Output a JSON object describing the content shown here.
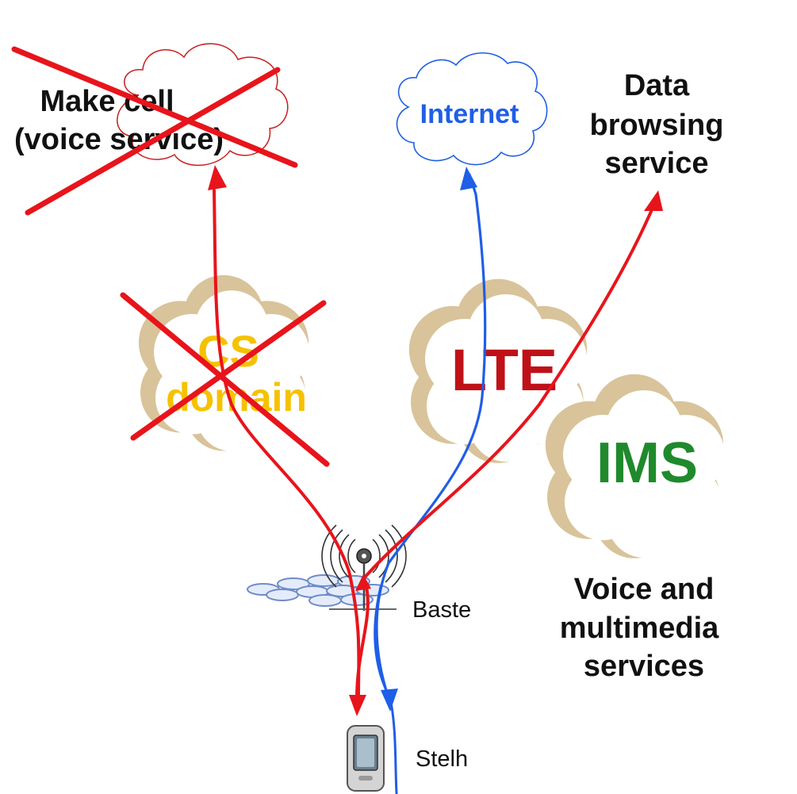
{
  "clouds": {
    "voice_network": {
      "label_line1": "Make cell",
      "label_line2": "(voice service)",
      "crossed_out": true
    },
    "internet": {
      "label": "Internet"
    },
    "cs_domain": {
      "label_line1": "CS",
      "label_line2": "domain",
      "crossed_out": true
    },
    "lte": {
      "label": "LTE"
    },
    "ims": {
      "label": "IMS"
    }
  },
  "labels": {
    "data_browsing": {
      "line1": "Data",
      "line2": "browsing",
      "line3": "service"
    },
    "voice_multimedia": {
      "line1": "Voice and",
      "line2": "multimedia",
      "line3": "services"
    },
    "base_station": "Baste",
    "handset": "Stelh"
  },
  "colors": {
    "red_path": "#e8141b",
    "blue_path": "#1f5ee6",
    "cloud_fill_beige": "#d9c39a",
    "cs_text": "#f5c200",
    "lte_text": "#bf1118",
    "ims_text": "#1f8a2c",
    "internet_text": "#1f5ee6",
    "voice_cloud_outline": "#c81e1e",
    "internet_cloud_outline": "#1f5ee6",
    "label_text": "#111111"
  },
  "icons": {
    "antenna": "cell-tower-icon",
    "phone": "mobile-phone-icon"
  }
}
